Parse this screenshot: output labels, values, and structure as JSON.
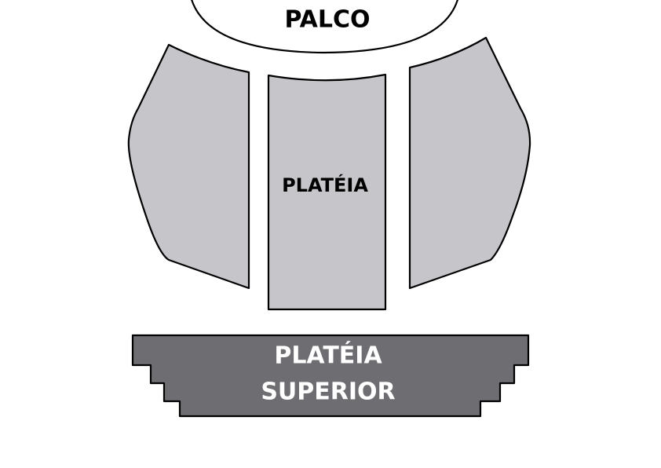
{
  "stage": {
    "label": "PALCO",
    "fill_color": "#ffffff",
    "text_color": "#000000"
  },
  "platea": {
    "label": "PLATÉIA",
    "fill_color": "#c6c6ca",
    "text_color": "#000000"
  },
  "platea_superior": {
    "label_line1": "PLATÉIA",
    "label_line2": "SUPERIOR",
    "fill_color": "#6e6e72",
    "text_color": "#ffffff"
  },
  "outline_color": "#000000"
}
